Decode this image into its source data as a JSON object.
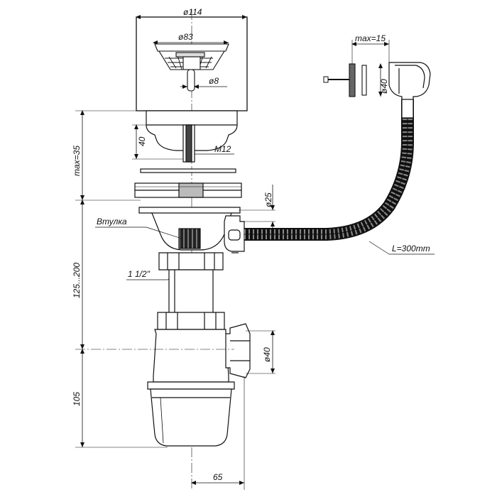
{
  "labels": {
    "d114": "ø114",
    "d83": "ø83",
    "d8": "ø8",
    "h40": "40",
    "m12": "M12",
    "max35": "max=35",
    "max15": "max=15",
    "d40_top": "ø40",
    "d25": "ø25",
    "vtulka": "Втулка",
    "l300": "L=300mm",
    "range125": "125...200",
    "thread": "1 1/2\"",
    "d40_side": "ø40",
    "h105": "105",
    "w65": "65"
  },
  "colors": {
    "line": "#111111",
    "hose": "#1a1a1a",
    "fill": "#ffffff",
    "shade": "#d8d8d8"
  }
}
